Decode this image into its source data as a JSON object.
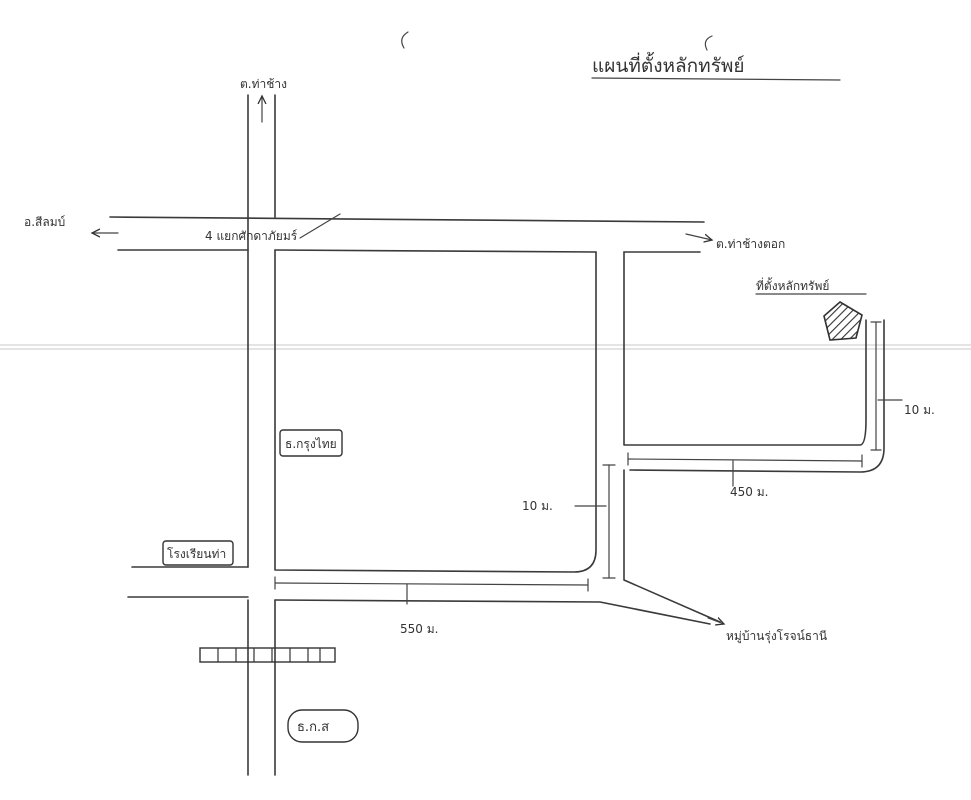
{
  "title": "แผนที่ตั้งหลักทรัพย์",
  "labels": {
    "north": "ต.ท่าช้าง",
    "west": "อ.สีลมบ์",
    "east": "ต.ท่าช้างตอก",
    "junction": "4 แยกศักดาภัยมร์",
    "property": "ที่ตั้งหลักทรัพย์",
    "bank_krung_thai": "ธ.กรุงไทย",
    "school": "โรงเรียนท่า",
    "baac": "ธ.ก.ส",
    "village": "หมู่บ้านรุ่งโรจน์ธานี"
  },
  "distances": {
    "d_10_right": "10 ม.",
    "d_10_mid": "10 ม.",
    "d_450": "450 ม.",
    "d_550": "550 ม."
  },
  "colors": {
    "ink": "#333333",
    "property_fill": "#555555"
  },
  "icons": {
    "property_marker": "hatched-pentagon-icon",
    "railway": "railway-track-icon"
  }
}
